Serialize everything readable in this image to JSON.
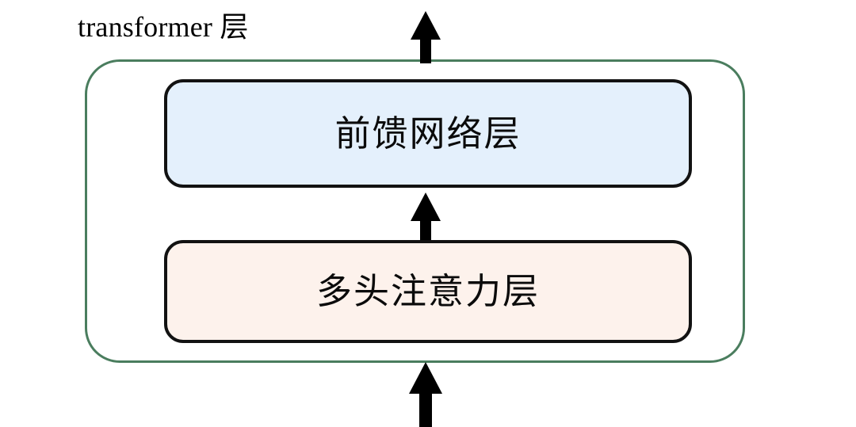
{
  "diagram": {
    "type": "block-diagram",
    "title": "transformer 层",
    "container": {
      "name": "transformer-layer-container",
      "border_color": "#4a7d5e",
      "fill_color": "#ffffff"
    },
    "blocks": [
      {
        "id": "feed-forward",
        "label": "前馈网络层",
        "fill_color": "#e4f0fc",
        "border_color": "#121212"
      },
      {
        "id": "multi-head-attention",
        "label": "多头注意力层",
        "fill_color": "#fdf2ec",
        "border_color": "#121212"
      }
    ],
    "arrows": [
      {
        "id": "output-arrow",
        "direction": "up",
        "from": "transformer-layer-container",
        "to": "output",
        "color": "#000000"
      },
      {
        "id": "attention-to-ffn-arrow",
        "direction": "up",
        "from": "multi-head-attention",
        "to": "feed-forward",
        "color": "#000000"
      },
      {
        "id": "input-arrow",
        "direction": "up",
        "from": "input",
        "to": "transformer-layer-container",
        "color": "#000000"
      }
    ]
  }
}
